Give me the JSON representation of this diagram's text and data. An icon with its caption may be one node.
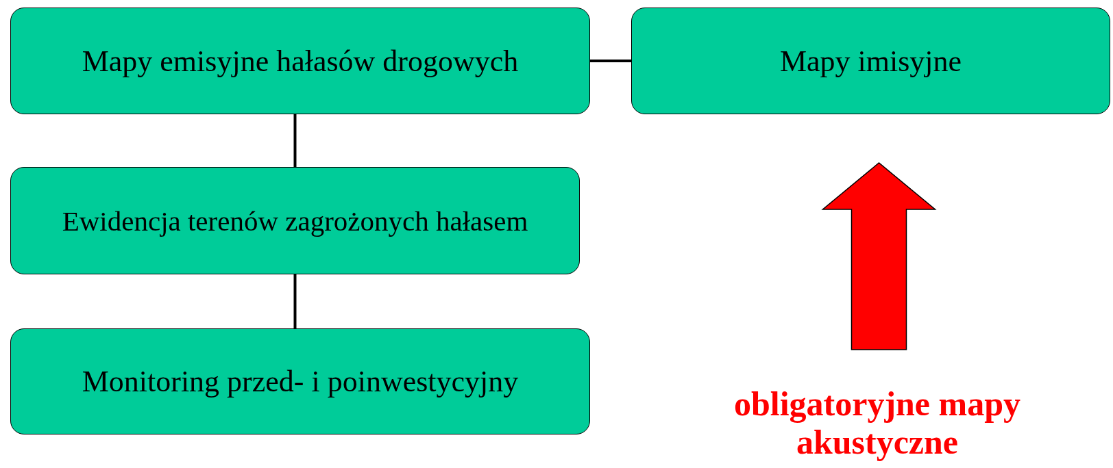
{
  "diagram": {
    "nodes": [
      {
        "text": [
          "Mapy emisyjne hałasów drogowych"
        ]
      },
      {
        "text": [
          "Mapy imisyjne"
        ]
      },
      {
        "text": [
          "Ewidencja terenów zagrożonych hałasem"
        ]
      },
      {
        "text": [
          "Monitoring przed- i poinwestycyjny"
        ]
      },
      {
        "text": [
          "obligatoryjne mapy akustyczne"
        ]
      }
    ],
    "edges": [
      {
        "from": 0,
        "to": 1,
        "arrow": "none"
      },
      {
        "from": 0,
        "to": 2,
        "arrow": "none"
      },
      {
        "from": 2,
        "to": 3,
        "arrow": "none"
      },
      {
        "from": 4,
        "to": 1,
        "arrow": "to",
        "style": "thick",
        "color": "#ff0000"
      }
    ]
  }
}
